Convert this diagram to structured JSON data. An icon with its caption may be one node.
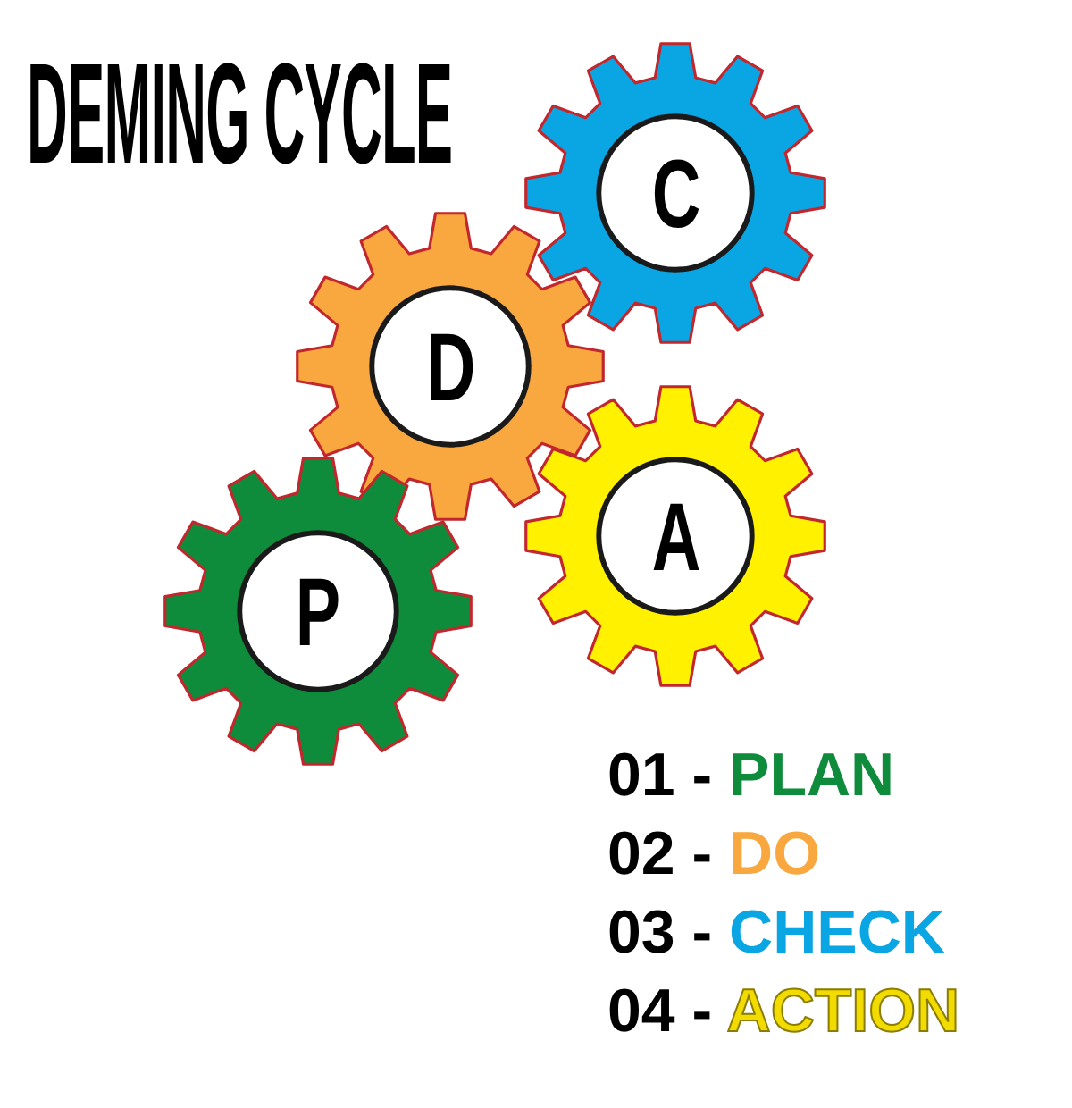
{
  "diagram": {
    "title": "DEMING CYCLE",
    "nodes": [
      {
        "text": [
          "C"
        ]
      },
      {
        "text": [
          "D"
        ]
      },
      {
        "text": [
          "A"
        ]
      },
      {
        "text": [
          "P"
        ]
      }
    ],
    "labels": [
      "01 - PLAN",
      "02 - DO",
      "03 - CHECK",
      "04 - ACTION"
    ]
  }
}
